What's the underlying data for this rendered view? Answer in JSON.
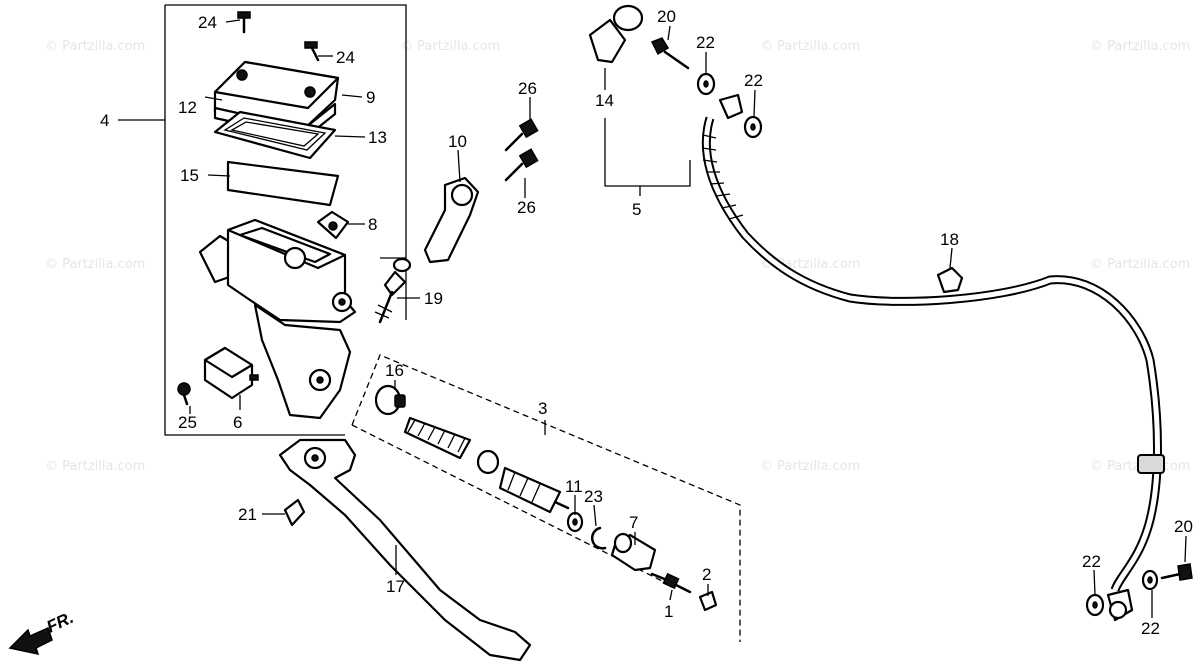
{
  "diagram": {
    "labels": {
      "p1": "1",
      "p2": "2",
      "p3": "3",
      "p4": "4",
      "p5": "5",
      "p6": "6",
      "p7": "7",
      "p8": "8",
      "p9": "9",
      "p10": "10",
      "p11": "11",
      "p12": "12",
      "p13": "13",
      "p14": "14",
      "p15": "15",
      "p16": "16",
      "p17": "17",
      "p18": "18",
      "p19": "19",
      "p20a": "20",
      "p20b": "20",
      "p21": "21",
      "p22a": "22",
      "p22b": "22",
      "p22c": "22",
      "p22d": "22",
      "p23": "23",
      "p24a": "24",
      "p24b": "24",
      "p25": "25",
      "p26a": "26",
      "p26b": "26"
    },
    "front_marker": "FR.",
    "watermark": "© Partzilla.com"
  }
}
